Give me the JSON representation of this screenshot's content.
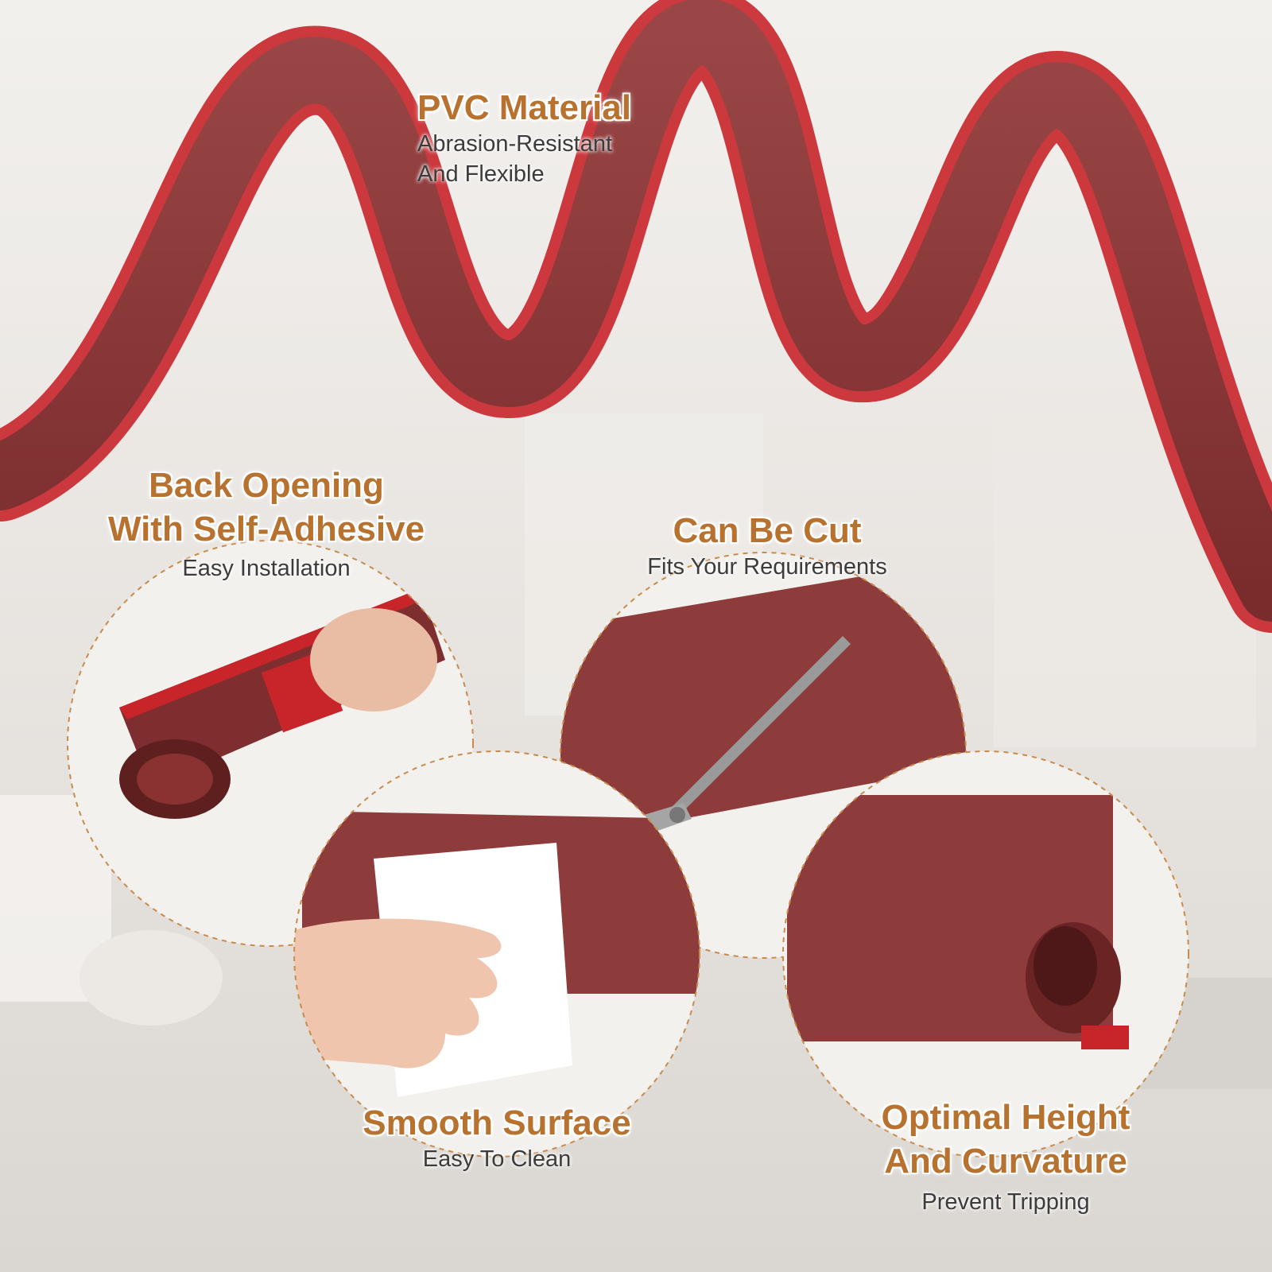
{
  "colors": {
    "accent_title": "#b8722f",
    "subtitle": "#3c3c3c",
    "strip_body": "#8e3b3b",
    "adhesive_red": "#c8252a",
    "background": "#e9e6e2"
  },
  "features": {
    "pvc": {
      "title": "PVC Material",
      "lines": [
        "Abrasion-Resistant",
        "And Flexible"
      ]
    },
    "back_opening": {
      "title_lines": [
        "Back Opening",
        "With Self-Adhesive"
      ],
      "sub": "Easy Installation"
    },
    "can_be_cut": {
      "title": "Can Be Cut",
      "sub": "Fits Your Requirements"
    },
    "smooth": {
      "title": "Smooth Surface",
      "sub": "Easy To Clean"
    },
    "optimal": {
      "title_lines": [
        "Optimal Height",
        "And Curvature"
      ],
      "sub": "Prevent Tripping"
    }
  },
  "icons": [
    "scissors-icon",
    "hand-icon",
    "finger-icon"
  ]
}
